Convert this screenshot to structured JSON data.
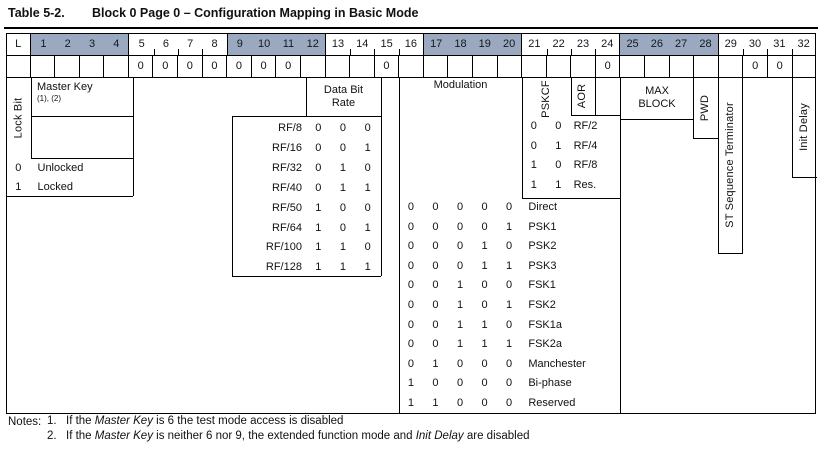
{
  "title": {
    "label": "Table 5-2.",
    "text": "Block 0 Page 0 – Configuration Mapping in Basic Mode"
  },
  "bit_header": {
    "cells": [
      "L",
      "1",
      "2",
      "3",
      "4",
      "5",
      "6",
      "7",
      "8",
      "9",
      "10",
      "11",
      "12",
      "13",
      "14",
      "15",
      "16",
      "17",
      "18",
      "19",
      "20",
      "21",
      "22",
      "23",
      "24",
      "25",
      "26",
      "27",
      "28",
      "29",
      "30",
      "31",
      "32"
    ],
    "shaded_bits": [
      1,
      2,
      3,
      4,
      9,
      10,
      11,
      12,
      17,
      18,
      19,
      20,
      25,
      26,
      27,
      28
    ],
    "shade_color": "#9aa9c0"
  },
  "default_row": [
    "",
    "",
    "",
    "",
    "",
    "0",
    "0",
    "0",
    "0",
    "0",
    "0",
    "0",
    "",
    "",
    "",
    "0",
    "",
    "",
    "",
    "",
    "",
    "",
    "",
    "",
    "0",
    "",
    "",
    "",
    "",
    "",
    "0",
    "0",
    ""
  ],
  "fields": {
    "lock_bit": "Lock Bit",
    "master_key": {
      "label": "Master Key",
      "note": "(1), (2)"
    },
    "data_bit_rate": "Data Bit\nRate",
    "modulation": "Modulation",
    "pskcf": "PSKCF",
    "aor": "AOR",
    "max_block": "MAX\nBLOCK",
    "pwd": "PWD",
    "st_terminator": "ST Sequence Terminator",
    "init_delay": "Init Delay"
  },
  "lock_legend": [
    {
      "bit": "0",
      "label": "Unlocked"
    },
    {
      "bit": "1",
      "label": "Locked"
    }
  ],
  "data_rate_legend": [
    {
      "label": "RF/8",
      "bits": [
        "0",
        "0",
        "0"
      ]
    },
    {
      "label": "RF/16",
      "bits": [
        "0",
        "0",
        "1"
      ]
    },
    {
      "label": "RF/32",
      "bits": [
        "0",
        "1",
        "0"
      ]
    },
    {
      "label": "RF/40",
      "bits": [
        "0",
        "1",
        "1"
      ]
    },
    {
      "label": "RF/50",
      "bits": [
        "1",
        "0",
        "0"
      ]
    },
    {
      "label": "RF/64",
      "bits": [
        "1",
        "0",
        "1"
      ]
    },
    {
      "label": "RF/100",
      "bits": [
        "1",
        "1",
        "0"
      ]
    },
    {
      "label": "RF/128",
      "bits": [
        "1",
        "1",
        "1"
      ]
    }
  ],
  "pskcf_legend": [
    {
      "bits": [
        "0",
        "0"
      ],
      "label": "RF/2"
    },
    {
      "bits": [
        "0",
        "1"
      ],
      "label": "RF/4"
    },
    {
      "bits": [
        "1",
        "0"
      ],
      "label": "RF/8"
    },
    {
      "bits": [
        "1",
        "1"
      ],
      "label": "Res."
    }
  ],
  "modulation_legend": [
    {
      "bits": [
        "0",
        "0",
        "0",
        "0",
        "0"
      ],
      "label": "Direct"
    },
    {
      "bits": [
        "0",
        "0",
        "0",
        "0",
        "1"
      ],
      "label": "PSK1"
    },
    {
      "bits": [
        "0",
        "0",
        "0",
        "1",
        "0"
      ],
      "label": "PSK2"
    },
    {
      "bits": [
        "0",
        "0",
        "0",
        "1",
        "1"
      ],
      "label": "PSK3"
    },
    {
      "bits": [
        "0",
        "0",
        "1",
        "0",
        "0"
      ],
      "label": "FSK1"
    },
    {
      "bits": [
        "0",
        "0",
        "1",
        "0",
        "1"
      ],
      "label": "FSK2"
    },
    {
      "bits": [
        "0",
        "0",
        "1",
        "1",
        "0"
      ],
      "label": "FSK1a"
    },
    {
      "bits": [
        "0",
        "0",
        "1",
        "1",
        "1"
      ],
      "label": "FSK2a"
    },
    {
      "bits": [
        "0",
        "1",
        "0",
        "0",
        "0"
      ],
      "label": "Manchester"
    },
    {
      "bits": [
        "1",
        "0",
        "0",
        "0",
        "0"
      ],
      "label": "Bi-phase"
    },
    {
      "bits": [
        "1",
        "1",
        "0",
        "0",
        "0"
      ],
      "label": "Reserved"
    }
  ],
  "notes": {
    "label": "Notes:",
    "items": [
      {
        "num": "1.",
        "segments": [
          {
            "text": "If the "
          },
          {
            "text": "Master Key",
            "italic": true
          },
          {
            "text": " is 6 the test mode access is disabled"
          }
        ]
      },
      {
        "num": "2.",
        "segments": [
          {
            "text": "If the "
          },
          {
            "text": "Master Key",
            "italic": true
          },
          {
            "text": " is neither 6 nor 9, the extended function mode and "
          },
          {
            "text": "Init Delay",
            "italic": true
          },
          {
            "text": " are disabled"
          }
        ]
      }
    ]
  }
}
